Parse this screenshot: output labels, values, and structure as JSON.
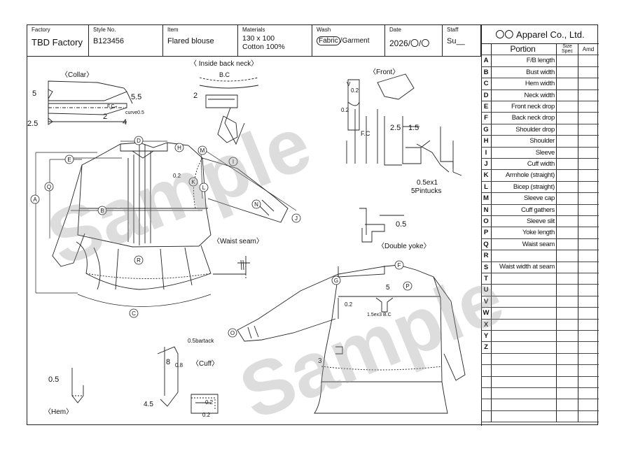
{
  "header": {
    "factory_label": "Factory",
    "factory_value": "TBD Factory",
    "style_label": "Style No.",
    "style_value": "B123456",
    "item_label": "Item",
    "item_value": "Flared blouse",
    "materials_label": "Materials",
    "materials_line1": "130 x 100",
    "materials_line2": "Cotton 100%",
    "wash_label": "Wash",
    "wash_option_fabric": "Fabric",
    "wash_option_garment": "/Garment",
    "date_label": "Date",
    "date_value": "2026/〇/〇",
    "staff_label": "Staff",
    "staff_value": "Su__",
    "company": "〇〇 Apparel Co., Ltd."
  },
  "spec_table": {
    "portion_header": "Portion",
    "size_header": "Size Spec",
    "amd_header": "Amd",
    "rows": [
      {
        "letter": "A",
        "portion": "F/B length"
      },
      {
        "letter": "B",
        "portion": "Bust width"
      },
      {
        "letter": "C",
        "portion": "Hem width"
      },
      {
        "letter": "D",
        "portion": "Neck width"
      },
      {
        "letter": "E",
        "portion": "Front neck drop"
      },
      {
        "letter": "F",
        "portion": "Back neck drop"
      },
      {
        "letter": "G",
        "portion": "Shoulder drop"
      },
      {
        "letter": "H",
        "portion": "Shoulder"
      },
      {
        "letter": "I",
        "portion": "Sleeve"
      },
      {
        "letter": "J",
        "portion": "Cuff width"
      },
      {
        "letter": "K",
        "portion": "Armhole (straight)"
      },
      {
        "letter": "L",
        "portion": "Bicep (straight)"
      },
      {
        "letter": "M",
        "portion": "Sleeve cap"
      },
      {
        "letter": "N",
        "portion": "Cuff gathers"
      },
      {
        "letter": "O",
        "portion": "Sleeve slit"
      },
      {
        "letter": "P",
        "portion": "Yoke length"
      },
      {
        "letter": "Q",
        "portion": "Waist seam"
      },
      {
        "letter": "R",
        "portion": ""
      },
      {
        "letter": "S",
        "portion": ""
      },
      {
        "letter": "T",
        "portion": ""
      },
      {
        "letter": "U",
        "portion": ""
      },
      {
        "letter": "V",
        "portion": ""
      },
      {
        "letter": "W",
        "portion": ""
      },
      {
        "letter": "X",
        "portion": ""
      },
      {
        "letter": "Y",
        "portion": ""
      },
      {
        "letter": "Z",
        "portion": ""
      },
      {
        "letter": "",
        "portion": ""
      },
      {
        "letter": "",
        "portion": ""
      },
      {
        "letter": "",
        "portion": ""
      },
      {
        "letter": "",
        "portion": ""
      },
      {
        "letter": "",
        "portion": ""
      },
      {
        "letter": "",
        "portion": ""
      }
    ],
    "row_r_overflow": "Waist width at seam"
  },
  "detail_labels": {
    "collar": "〈Collar〉",
    "inside_back_neck": "〈 Inside back neck〉",
    "front": "〈Front〉",
    "waist_seam": "〈Waist seam〉",
    "double_yoke": "〈Double yoke〉",
    "hem": "〈Hem〉",
    "cuff": "〈Cuff〉"
  },
  "annotations": {
    "collar_5": "5",
    "collar_5_5": "5.5",
    "collar_2_5": "2.5",
    "collar_2": "2",
    "collar_4": "4",
    "collar_fc": "F.C",
    "collar_curve": "curve0.5",
    "bc": "B.C",
    "back_neck_2": "2",
    "front_v": "V",
    "front_02a": "0.2",
    "front_02b": "0.2",
    "front_fc": "F.C",
    "front_2_5": "2.5",
    "front_1_5": "1.5",
    "front_pintuck1": "0.5ex1",
    "front_pintuck2": "5Pintucks",
    "yoke_05": "0.5",
    "body_02": "0.2",
    "back_5": "5",
    "back_02": "0.2",
    "back_box": "1.5ex3",
    "back_bc": "B.C",
    "back_3": "3",
    "bartack": "0.5bartack",
    "cuff_8": "8",
    "cuff_08": "0.8",
    "cuff_4_5": "4.5",
    "cuff_02a": "0.2",
    "cuff_02b": "0.2",
    "hem_05": "0.5"
  },
  "markers": {
    "A": "A",
    "B": "B",
    "C": "C",
    "D": "D",
    "E": "E",
    "F": "F",
    "G": "G",
    "H": "H",
    "I": "I",
    "J": "J",
    "K": "K",
    "L": "L",
    "M": "M",
    "N": "N",
    "O": "O",
    "P": "P",
    "Q": "Q",
    "R": "R"
  },
  "watermarks": [
    "Sample",
    "Sample"
  ]
}
